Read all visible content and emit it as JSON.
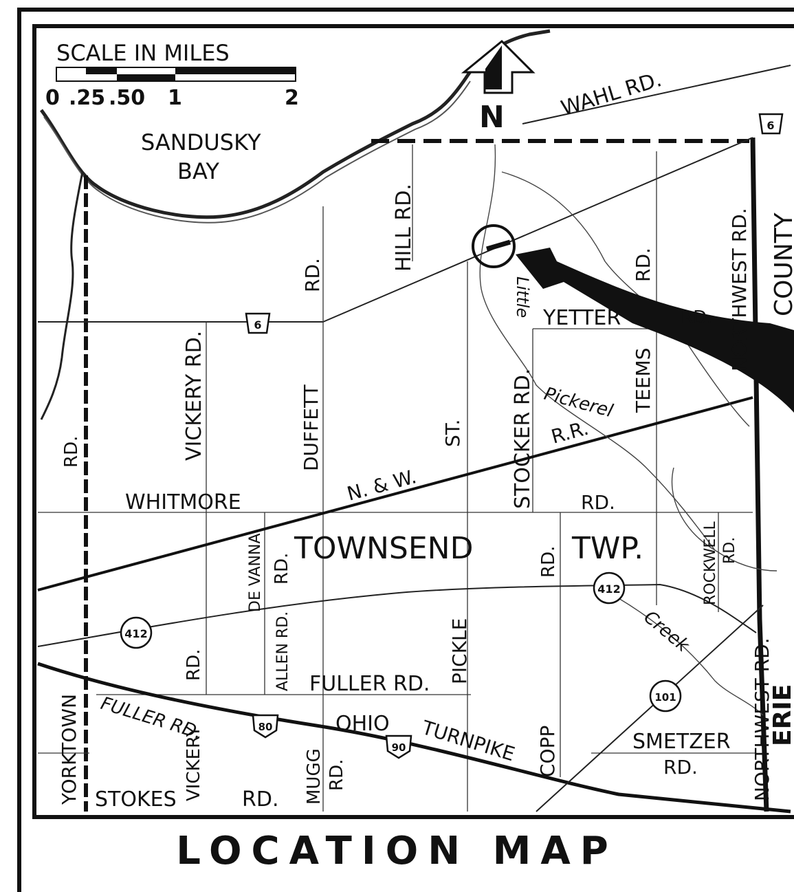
{
  "title": "LOCATION MAP",
  "scale": {
    "label": "SCALE IN MILES",
    "ticks": [
      "0",
      ".25",
      ".50",
      "1",
      "2"
    ]
  },
  "north": "N",
  "water": {
    "bay_line1": "SANDUSKY",
    "bay_line2": "BAY"
  },
  "areas": {
    "twp1": "TOWNSEND",
    "twp2": "TWP.",
    "county": "COUNTY",
    "erie": "ERIE"
  },
  "roads": {
    "wahl": "WAHL  RD.",
    "hill": "HILL RD.",
    "rd_a": "RD.",
    "yetter": "YETTER",
    "yetter_rd": "RD.",
    "teems": "TEEMS",
    "teems_rd": "RD.",
    "northwest_top": "NORTHWEST RD.",
    "little": "Little",
    "stocker": "STOCKER RD.",
    "pickerel": "Pickerel",
    "rr": "R.R.",
    "st": "ST.",
    "vickery": "VICKERY RD.",
    "duffett": "DUFFETT",
    "rd_left": "RD.",
    "whitmore": "WHITMORE",
    "nw": "N. & W.",
    "rd_mid": "RD.",
    "devanna": "DE VANNA",
    "devanna_rd": "RD.",
    "rd_twp": "RD.",
    "rockwell": "ROCKWELL",
    "rockwell_rd": "RD.",
    "creek": "Creek",
    "allen": "ALLEN RD.",
    "rd_vickery_s": "RD.",
    "fuller": "FULLER RD.",
    "pickle": "PICKLE",
    "fuller_diag": "FULLER RD.",
    "ohio": "OHIO",
    "turnpike": "TURNPIKE",
    "copp": "COPP",
    "smetzer": "SMETZER",
    "smetzer_rd": "RD.",
    "northwest_bottom": "NORTHWEST RD.",
    "yorktown": "YORKTOWN",
    "stokes": "STOKES",
    "vickery_s": "VICKERY",
    "rd_stokes": "RD.",
    "mugg": "MUGG",
    "mugg_rd": "RD."
  },
  "shields": {
    "us6": "6",
    "sr412": "412",
    "i80": "80",
    "i90": "90",
    "sr101": "101"
  }
}
